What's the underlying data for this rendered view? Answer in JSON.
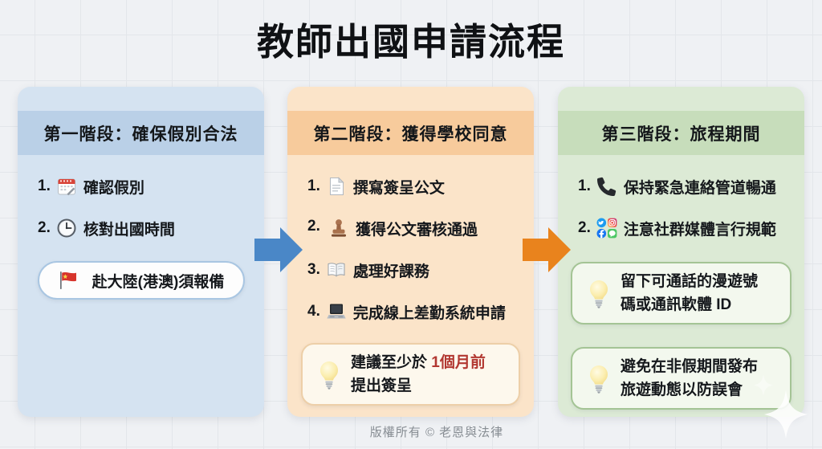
{
  "title": "教師出國申請流程",
  "footer": "版權所有 © 老恩與法律",
  "stages": [
    {
      "header": "第一階段：確保假別合法",
      "items": [
        {
          "num": "1.",
          "icon": "calendar-icon",
          "text": "確認假別"
        },
        {
          "num": "2.",
          "icon": "clock-icon",
          "text": "核對出國時間"
        }
      ],
      "note": {
        "icon": "china-flag-icon",
        "text": "赴大陸(港澳)須報備"
      }
    },
    {
      "header": "第二階段：獲得學校同意",
      "items": [
        {
          "num": "1.",
          "icon": "document-icon",
          "text": "撰寫簽呈公文"
        },
        {
          "num": "2.",
          "icon": "stamp-icon",
          "text": "獲得公文審核通過"
        },
        {
          "num": "3.",
          "icon": "open-book-icon",
          "text": "處理好課務"
        },
        {
          "num": "4.",
          "icon": "laptop-icon",
          "text": "完成線上差勤系統申請"
        }
      ],
      "tip": {
        "icon": "light-bulb-icon",
        "prefix": "建議至少於 ",
        "highlight": "1個月前",
        "suffix": "提出簽呈"
      }
    },
    {
      "header": "第三階段：旅程期間",
      "items": [
        {
          "num": "1.",
          "icon": "phone-receiver-icon",
          "text": "保持緊急連絡管道暢通"
        },
        {
          "num": "2.",
          "icon": "social-media-icons",
          "text": "注意社群媒體言行規範"
        }
      ],
      "tips": [
        {
          "icon": "light-bulb-icon",
          "text": "留下可通話的漫遊號碼或通訊軟體 ID"
        },
        {
          "icon": "light-bulb-icon",
          "text": "避免在非假期間發布旅遊動態以防誤會"
        }
      ]
    }
  ],
  "colors": {
    "background": "#eff1f4",
    "stage1_panel": "#d5e3f1",
    "stage1_band": "#bad0e7",
    "stage2_panel": "#fbe4c9",
    "stage2_band": "#f7cb9c",
    "stage3_panel": "#dcead5",
    "stage3_band": "#c7ddbb",
    "arrow1": "#4a87c7",
    "arrow2": "#e9831d",
    "highlight_red": "#b23831"
  }
}
